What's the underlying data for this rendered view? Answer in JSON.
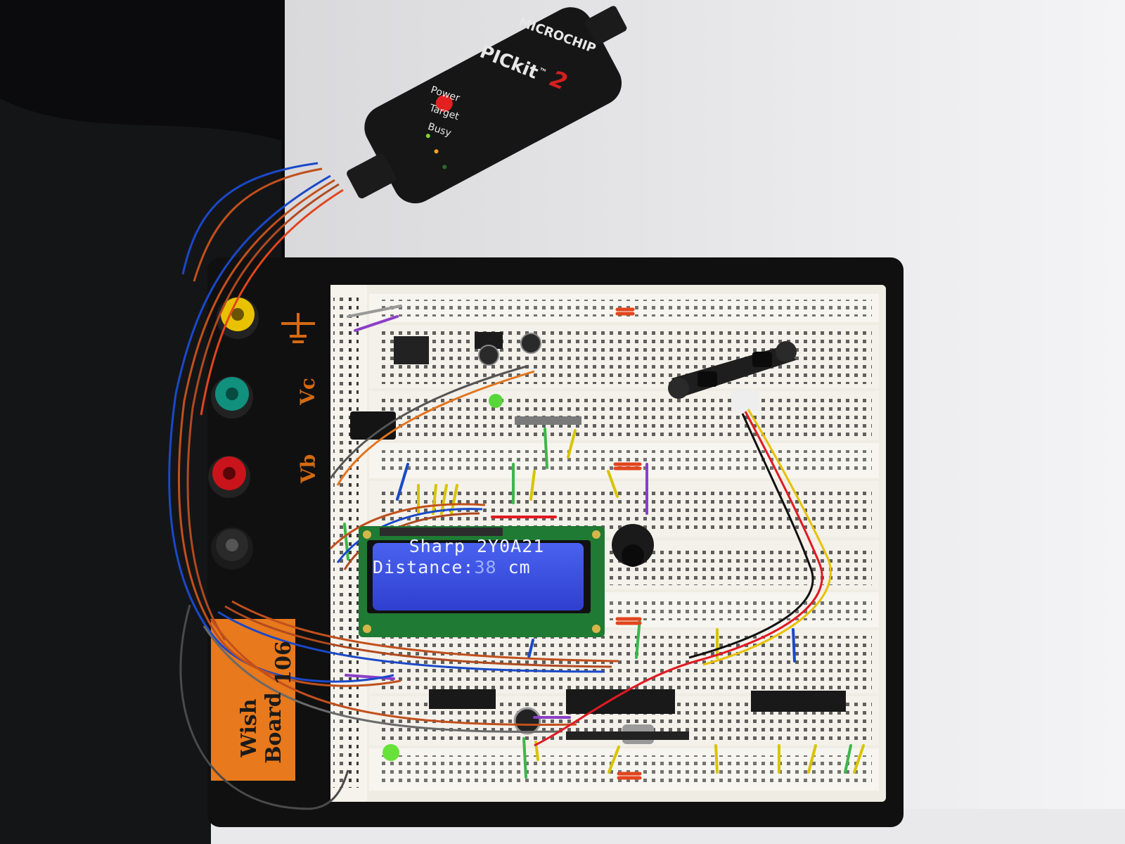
{
  "pickit": {
    "brand": "MICROCHIP",
    "model": "PICkit",
    "tm": "™",
    "model_number": "2",
    "led_labels": [
      "Power",
      "Target",
      "Busy"
    ]
  },
  "board": {
    "terminal_labels": [
      "Vc",
      "Vb"
    ],
    "brand_vertical": "Wish Board",
    "model_number": "106",
    "colors": {
      "ground_post": "#e8c100",
      "vc_post": "#11907e",
      "vb_post": "#c8141a",
      "va_post": "#2a2a2a"
    }
  },
  "lcd": {
    "line1": "Sharp 2Y0A21",
    "line2_label": "Distance:",
    "line2_value": "38",
    "line2_unit": " cm",
    "backlight_color": "#3a4fe0"
  }
}
